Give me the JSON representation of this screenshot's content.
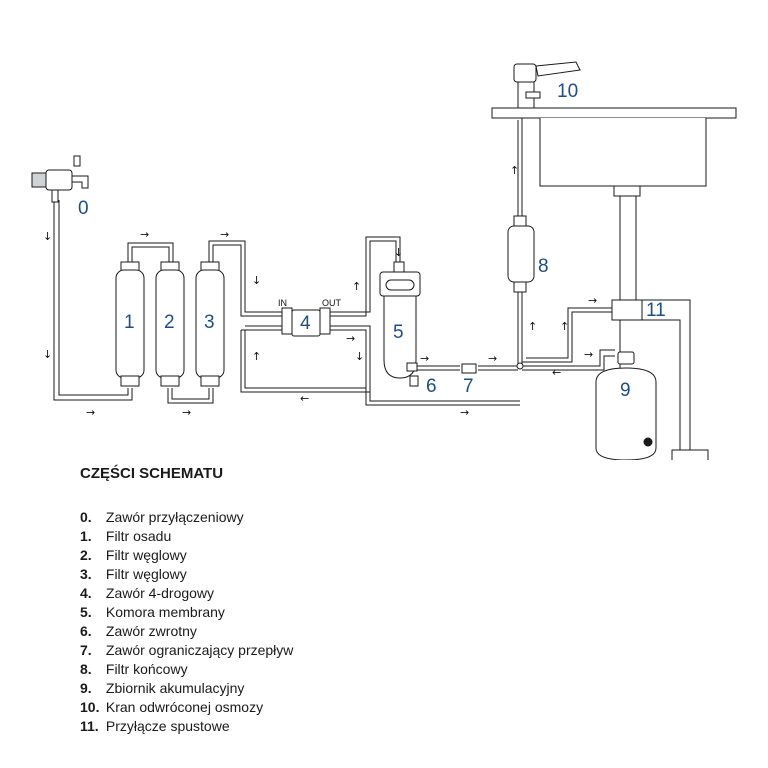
{
  "diagram": {
    "labels": {
      "n0": "0",
      "n1": "1",
      "n2": "2",
      "n3": "3",
      "n4": "4",
      "n5": "5",
      "n6": "6",
      "n7": "7",
      "n8": "8",
      "n9": "9",
      "n10": "10",
      "n11": "11",
      "in": "IN",
      "out": "OUT"
    },
    "colors": {
      "numbers": "#1b4f8a",
      "lines": "#1a1a1a"
    }
  },
  "legend": {
    "title": "CZĘŚCI SCHEMATU",
    "items": [
      {
        "num": "0.",
        "label": "Zawór przyłączeniowy"
      },
      {
        "num": "1.",
        "label": "Filtr osadu"
      },
      {
        "num": "2.",
        "label": "Filtr węglowy"
      },
      {
        "num": "3.",
        "label": "Filtr węglowy"
      },
      {
        "num": "4.",
        "label": "Zawór 4-drogowy"
      },
      {
        "num": "5.",
        "label": "Komora membrany"
      },
      {
        "num": "6.",
        "label": "Zawór zwrotny"
      },
      {
        "num": "7.",
        "label": "Zawór ograniczający przepływ"
      },
      {
        "num": "8.",
        "label": "Filtr końcowy"
      },
      {
        "num": "9.",
        "label": "Zbiornik akumulacyjny"
      },
      {
        "num": "10.",
        "label": "Kran odwróconej osmozy"
      },
      {
        "num": "11.",
        "label": "Przyłącze spustowe"
      }
    ]
  }
}
